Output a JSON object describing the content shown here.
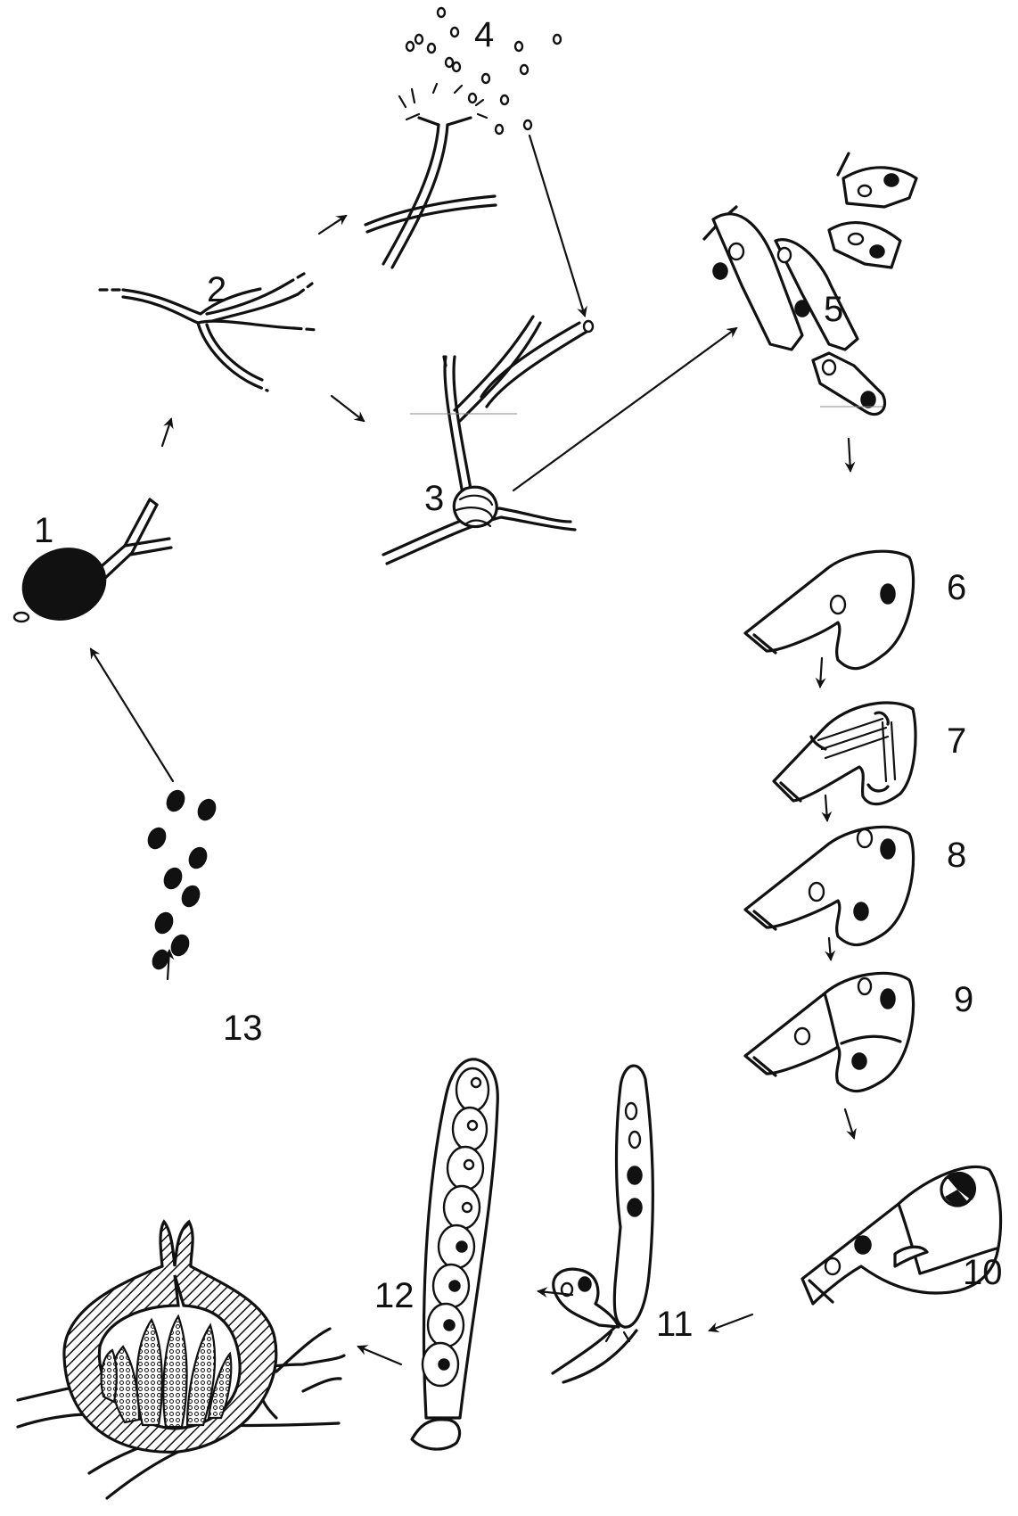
{
  "diagram": {
    "stage_labels": [
      "1",
      "2",
      "3",
      "4",
      "5",
      "6",
      "7",
      "8",
      "9",
      "10",
      "11",
      "12",
      "13"
    ]
  },
  "colors": {
    "ink": "#111111",
    "paper": "#ffffff"
  }
}
